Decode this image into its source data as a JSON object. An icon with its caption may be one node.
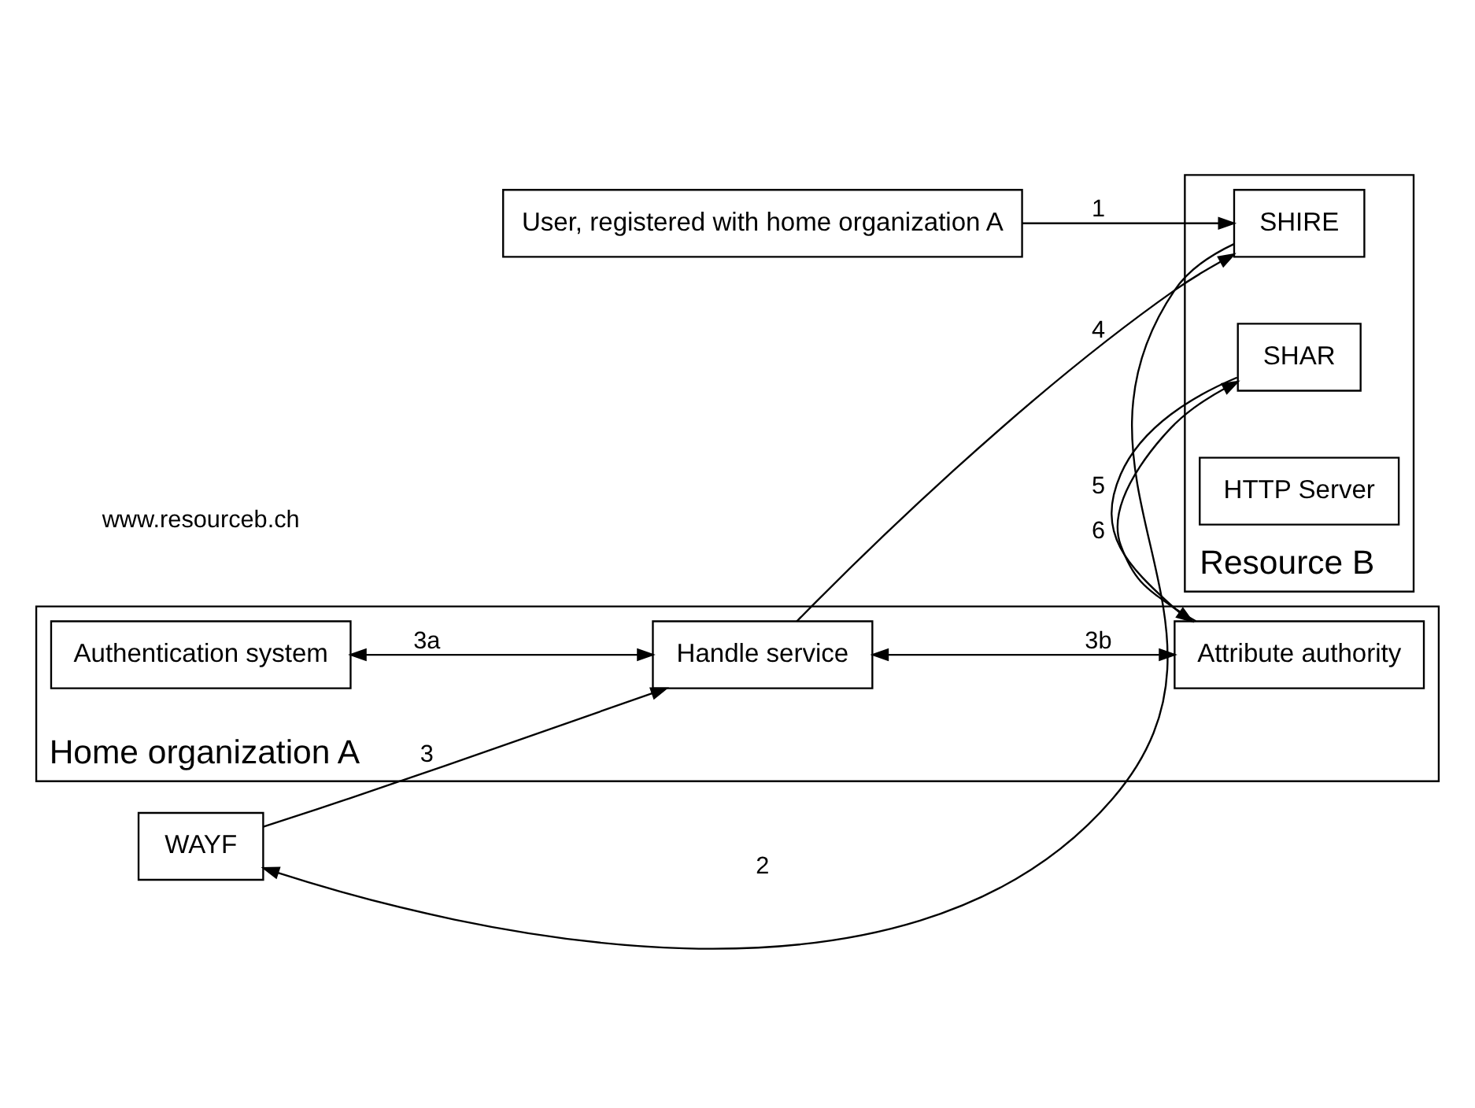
{
  "diagram": {
    "nodes": [
      {
        "text": [
          "User, registered with home organization A"
        ]
      },
      {
        "text": [
          "Home organization A"
        ]
      },
      {
        "text": [
          "Authentication system"
        ],
        "in": 1
      },
      {
        "text": [
          "Handle service"
        ],
        "in": 1
      },
      {
        "text": [
          "Attribute authority"
        ],
        "in": 1
      },
      {
        "text": [
          "WAYF"
        ]
      },
      {
        "text": [
          "Resource B"
        ]
      },
      {
        "text": [
          "SHIRE"
        ],
        "in": 6
      },
      {
        "text": [
          "SHAR"
        ],
        "in": 6
      },
      {
        "text": [
          "HTTP Server"
        ],
        "in": 6
      }
    ],
    "edges": [
      {
        "from": 0,
        "to": 7,
        "arrow": "to",
        "label": "1"
      },
      {
        "from": 7,
        "to": 5,
        "arrow": "to",
        "label": "2"
      },
      {
        "from": 5,
        "to": 3,
        "arrow": "to",
        "label": "3"
      },
      {
        "from": 2,
        "to": 3,
        "arrow": "both",
        "label": "3a"
      },
      {
        "from": 3,
        "to": 7,
        "arrow": "to",
        "label": "4"
      },
      {
        "from": 8,
        "to": 4,
        "arrow": "to",
        "label": "5"
      },
      {
        "from": 4,
        "to": 8,
        "arrow": "to",
        "label": "6"
      },
      {
        "from": 3,
        "to": 4,
        "arrow": "both",
        "label": "3b"
      }
    ],
    "labels": [
      "www.resourceb.ch"
    ]
  }
}
